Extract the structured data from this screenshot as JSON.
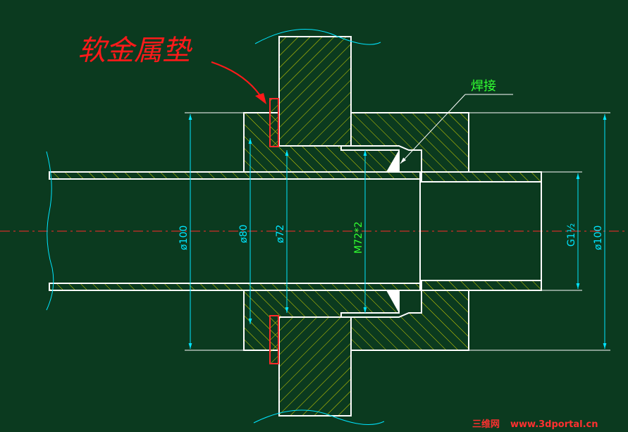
{
  "annotations": {
    "gasket_label": "软金属垫",
    "weld_label": "焊接"
  },
  "dimensions": {
    "d1": "ø100",
    "d2": "ø80",
    "d3": "ø72",
    "thread": "M72*2",
    "pipe_thread": "G1½",
    "d4": "ø100"
  },
  "watermark": {
    "brand": "三维网",
    "url": "www.3dportal.cn"
  },
  "colors": {
    "background": "#0b3a1f",
    "outline": "#ffffff",
    "hatch": "#d8d800",
    "dimension": "#00e5ff",
    "centerline": "#ff2a2a",
    "gasket": "#ff2a2a",
    "weld_text": "#31ff31",
    "annotation_handwriting": "#ff1a1a",
    "watermark": "#ff3030"
  }
}
